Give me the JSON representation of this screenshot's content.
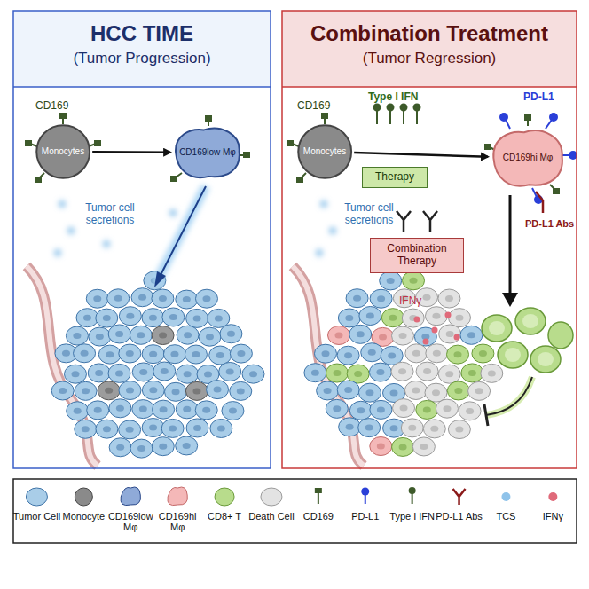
{
  "diagram": {
    "nodes": [
      {
        "text": [
          "HCC TIME",
          "(Tumor Progression)"
        ]
      },
      {
        "text": [
          "Monocytes"
        ],
        "in": 0
      },
      {
        "text": [
          "CD169low Mφ"
        ],
        "in": 0
      },
      {
        "text": [
          "Combination Treatment",
          "(Tumor Regression)"
        ]
      },
      {
        "text": [
          "Monocytes"
        ],
        "in": 3
      },
      {
        "text": [
          "Therapy"
        ],
        "in": 3
      },
      {
        "text": [
          "CD169hi Mφ"
        ],
        "in": 3
      },
      {
        "text": [
          "Combination Therapy"
        ],
        "in": 3
      }
    ],
    "edges": [
      {
        "from": 1,
        "to": 2,
        "arrow": "to"
      },
      {
        "from": 4,
        "to": 6,
        "arrow": "to"
      }
    ],
    "labels": [
      "CD169",
      "Tumor cell secretions",
      "CD169",
      "Type I IFN",
      "PD-L1",
      "PD-L1 Abs",
      "Tumor cell secretions",
      "IFNγ"
    ],
    "legend": [
      {
        "text": "Tumor Cell"
      },
      {
        "text": "Monocyte"
      },
      {
        "text": "CD169low Mφ"
      },
      {
        "text": "CD169hi Mφ"
      },
      {
        "text": "CD8+ T"
      },
      {
        "text": "Death Cell"
      },
      {
        "text": "CD169"
      },
      {
        "text": "PD-L1"
      },
      {
        "text": "Type I IFN"
      },
      {
        "text": "PD-L1 Abs"
      },
      {
        "text": "TCS"
      },
      {
        "text": "IFNγ"
      }
    ]
  }
}
